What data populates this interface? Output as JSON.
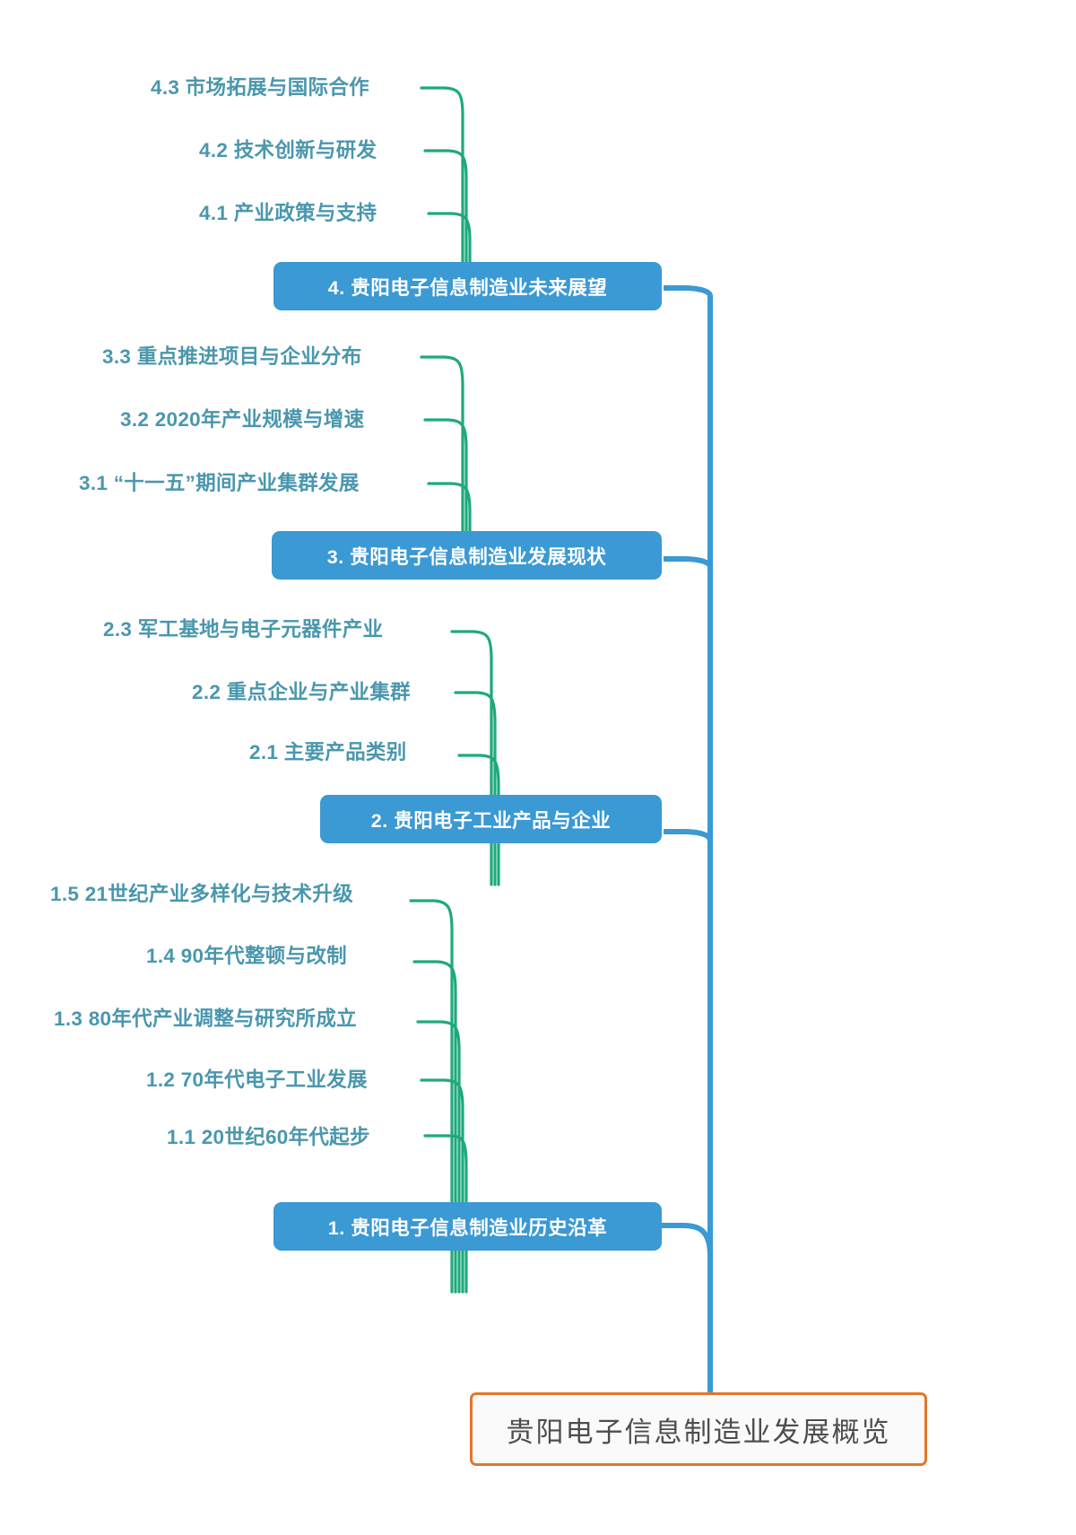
{
  "diagram": {
    "type": "mindmap",
    "title": "贵阳电子信息制造业发展概览",
    "orientation": "left-growing, root at bottom-right",
    "colors": {
      "root_border": "#e3762b",
      "root_fill": "#fafafa",
      "root_text": "#4d4d4d",
      "branch_fill": "#3b99d4",
      "branch_text": "#ffffff",
      "leaf_text": "#4a97ad",
      "link_green": "#1fa97c",
      "link_blue": "#3b99d4",
      "background": "#ffffff"
    },
    "root": {
      "label": "贵阳电子信息制造业发展概览"
    },
    "branches": [
      {
        "id": "b4",
        "label": "4. 贵阳电子信息制造业未来展望",
        "children": [
          {
            "id": "b4c3",
            "label": "4.3 市场拓展与国际合作"
          },
          {
            "id": "b4c2",
            "label": "4.2 技术创新与研发"
          },
          {
            "id": "b4c1",
            "label": "4.1 产业政策与支持"
          }
        ]
      },
      {
        "id": "b3",
        "label": "3. 贵阳电子信息制造业发展现状",
        "children": [
          {
            "id": "b3c3",
            "label": "3.3 重点推进项目与企业分布"
          },
          {
            "id": "b3c2",
            "label": "3.2 2020年产业规模与增速"
          },
          {
            "id": "b3c1",
            "label": "3.1 “十一五”期间产业集群发展"
          }
        ]
      },
      {
        "id": "b2",
        "label": "2. 贵阳电子工业产品与企业",
        "children": [
          {
            "id": "b2c3",
            "label": "2.3 军工基地与电子元器件产业"
          },
          {
            "id": "b2c2",
            "label": "2.2 重点企业与产业集群"
          },
          {
            "id": "b2c1",
            "label": "2.1 主要产品类别"
          }
        ]
      },
      {
        "id": "b1",
        "label": "1. 贵阳电子信息制造业历史沿革",
        "children": [
          {
            "id": "b1c5",
            "label": "1.5 21世纪产业多样化与技术升级"
          },
          {
            "id": "b1c4",
            "label": "1.4 90年代整顿与改制"
          },
          {
            "id": "b1c3",
            "label": "1.3 80年代产业调整与研究所成立"
          },
          {
            "id": "b1c2",
            "label": "1.2 70年代电子工业发展"
          },
          {
            "id": "b1c1",
            "label": "1.1 20世纪60年代起步"
          }
        ]
      }
    ]
  }
}
